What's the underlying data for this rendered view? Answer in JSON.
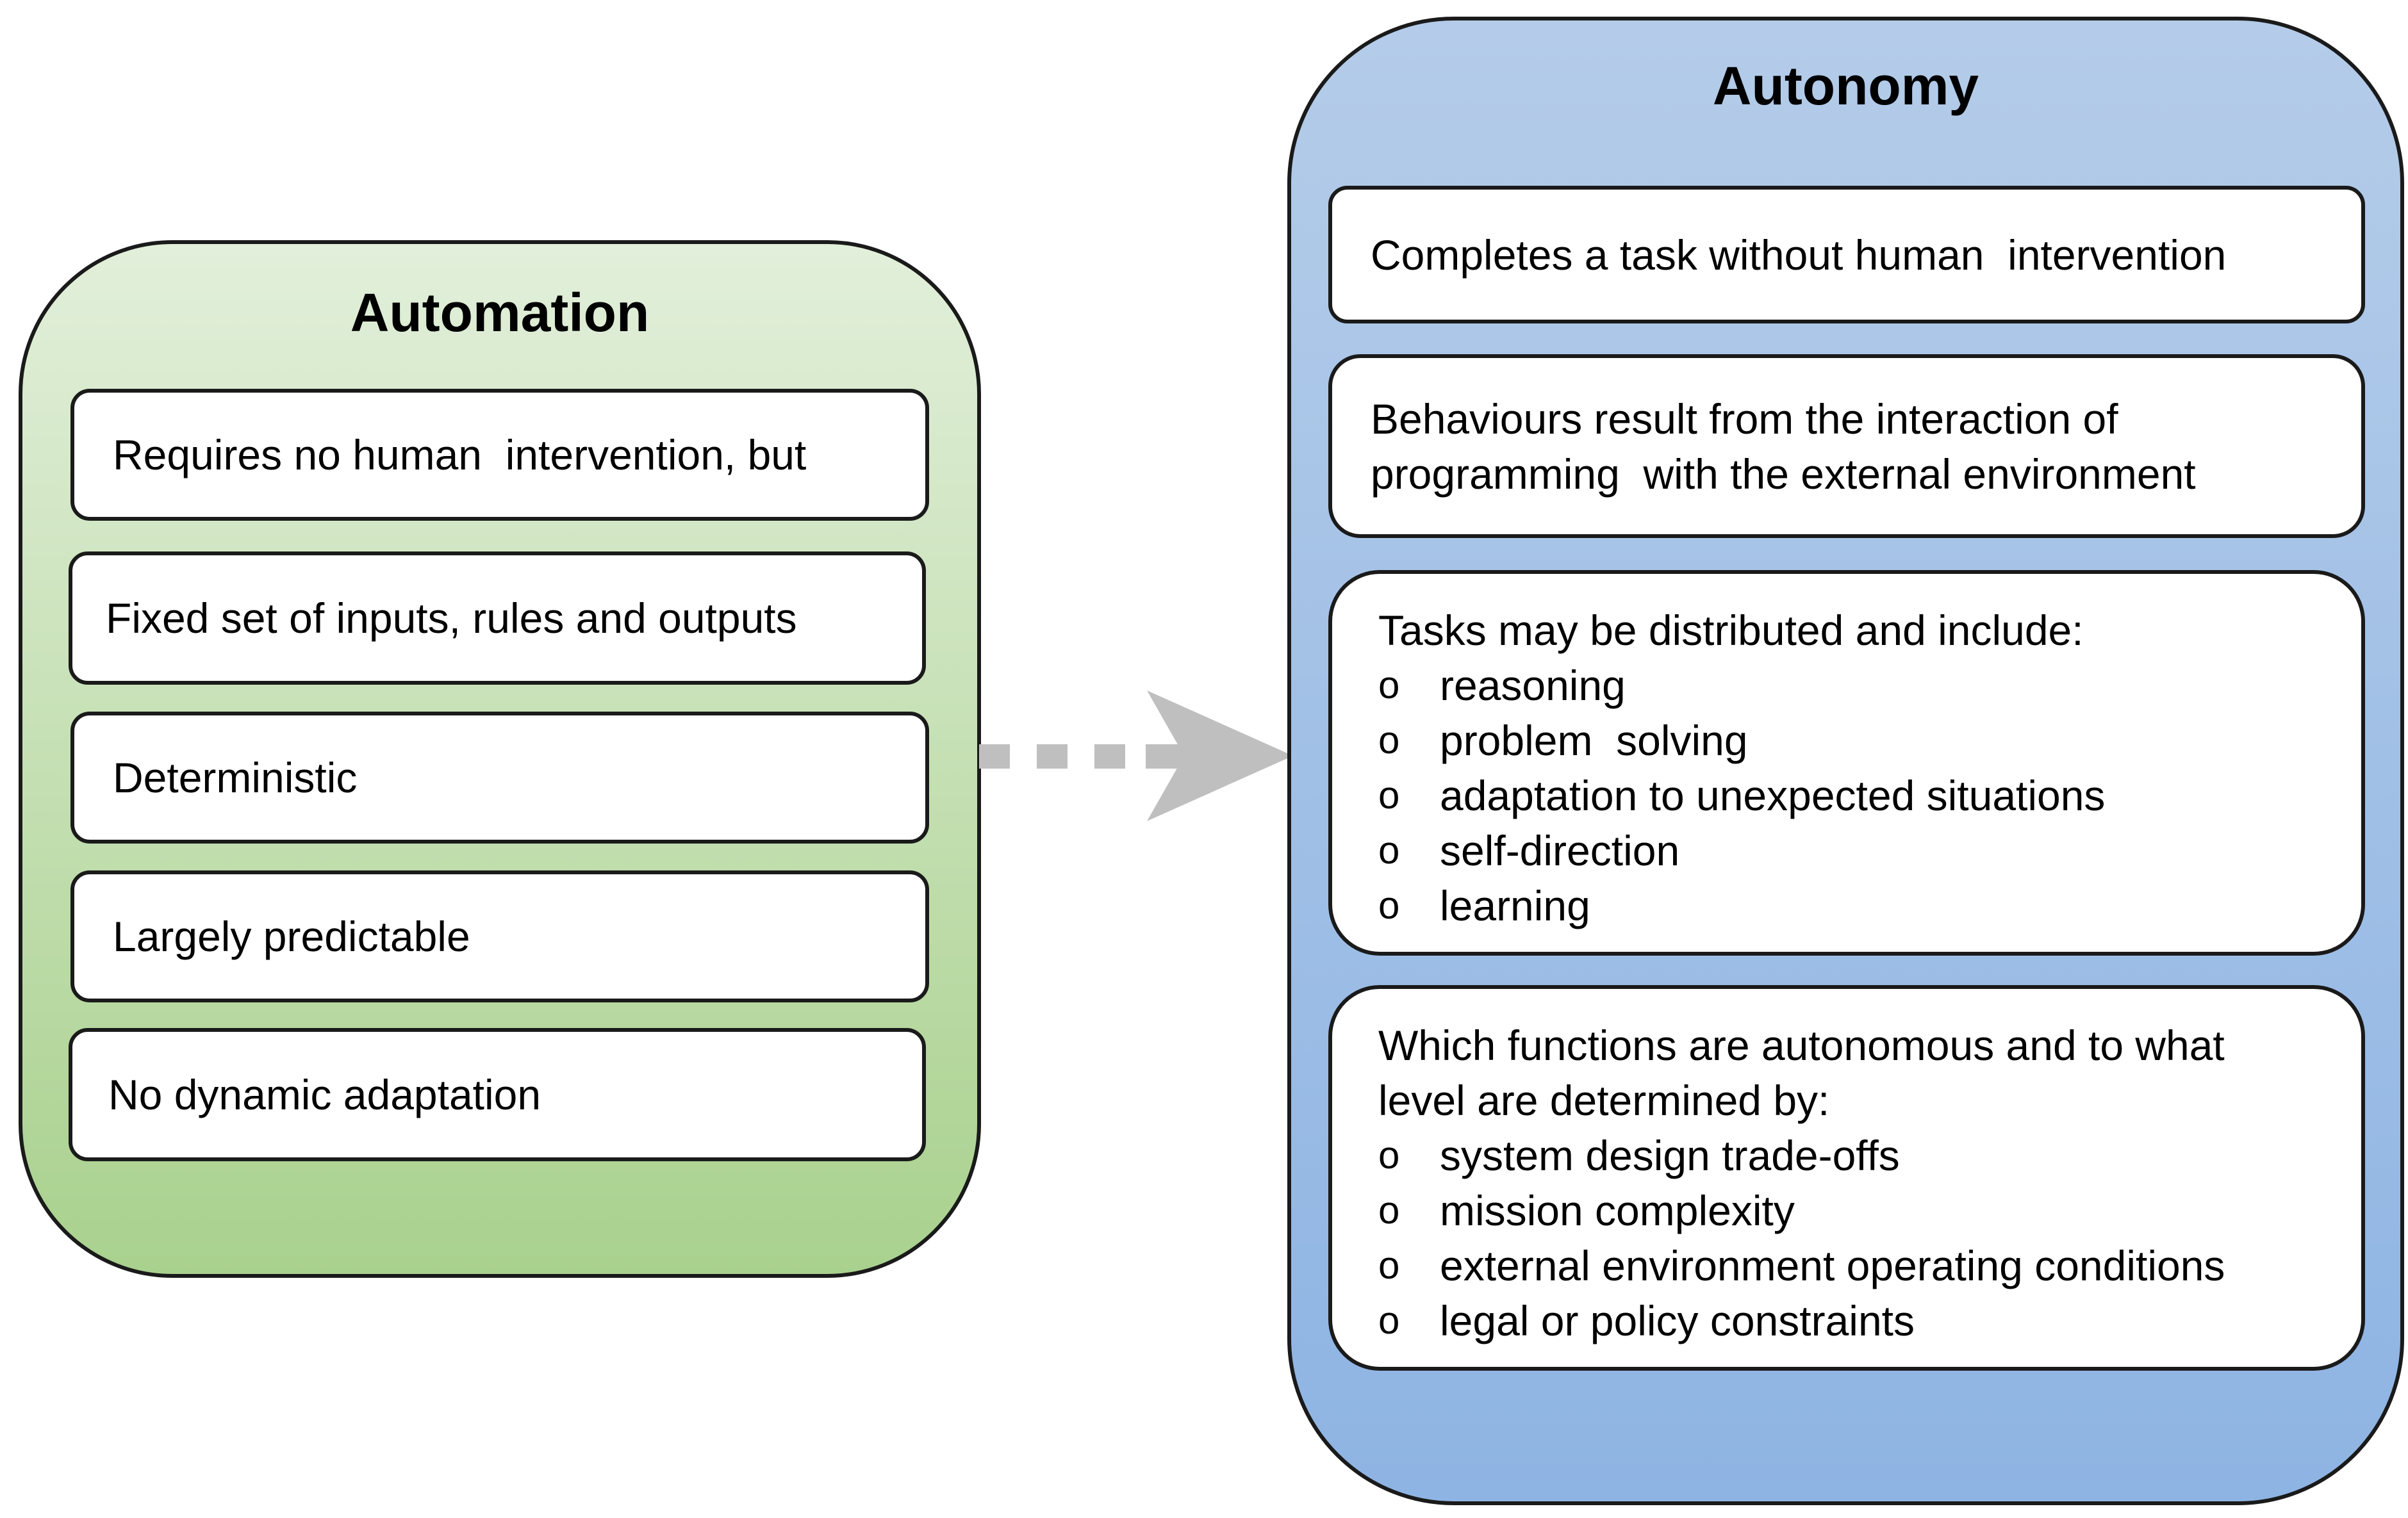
{
  "automation": {
    "title": "Automation",
    "items": [
      "Requires no human  intervention, but",
      "Fixed set of inputs, rules and outputs",
      "Deterministic",
      "Largely predictable",
      "No dynamic adaptation"
    ]
  },
  "autonomy": {
    "title": "Autonomy",
    "box1": "Completes a task without human  intervention",
    "box2": {
      "line1": "Behaviours result from the interaction of",
      "line2": "programming  with the external environment"
    },
    "box3": {
      "intro": "Tasks may be distributed and include:",
      "bullets": [
        "reasoning",
        "problem  solving",
        "adaptation to unexpected situations",
        "self-direction",
        "learning"
      ]
    },
    "box4": {
      "intro_line1": "Which functions are autonomous and to what",
      "intro_line2": "level are determined by:",
      "bullets": [
        "system design trade-offs",
        "mission complexity",
        "external environment operating conditions",
        "legal or policy constraints"
      ]
    }
  },
  "bullet_symbol": "o",
  "colors": {
    "automation_top": "#e2efda",
    "automation_bottom": "#a9d18e",
    "autonomy_top": "#b4cce9",
    "autonomy_bottom": "#8eb4e3",
    "arrow": "#bfbfbf",
    "border": "#1a1a1a"
  },
  "icons": {
    "transition_arrow": "dashed-arrow-right-icon"
  }
}
